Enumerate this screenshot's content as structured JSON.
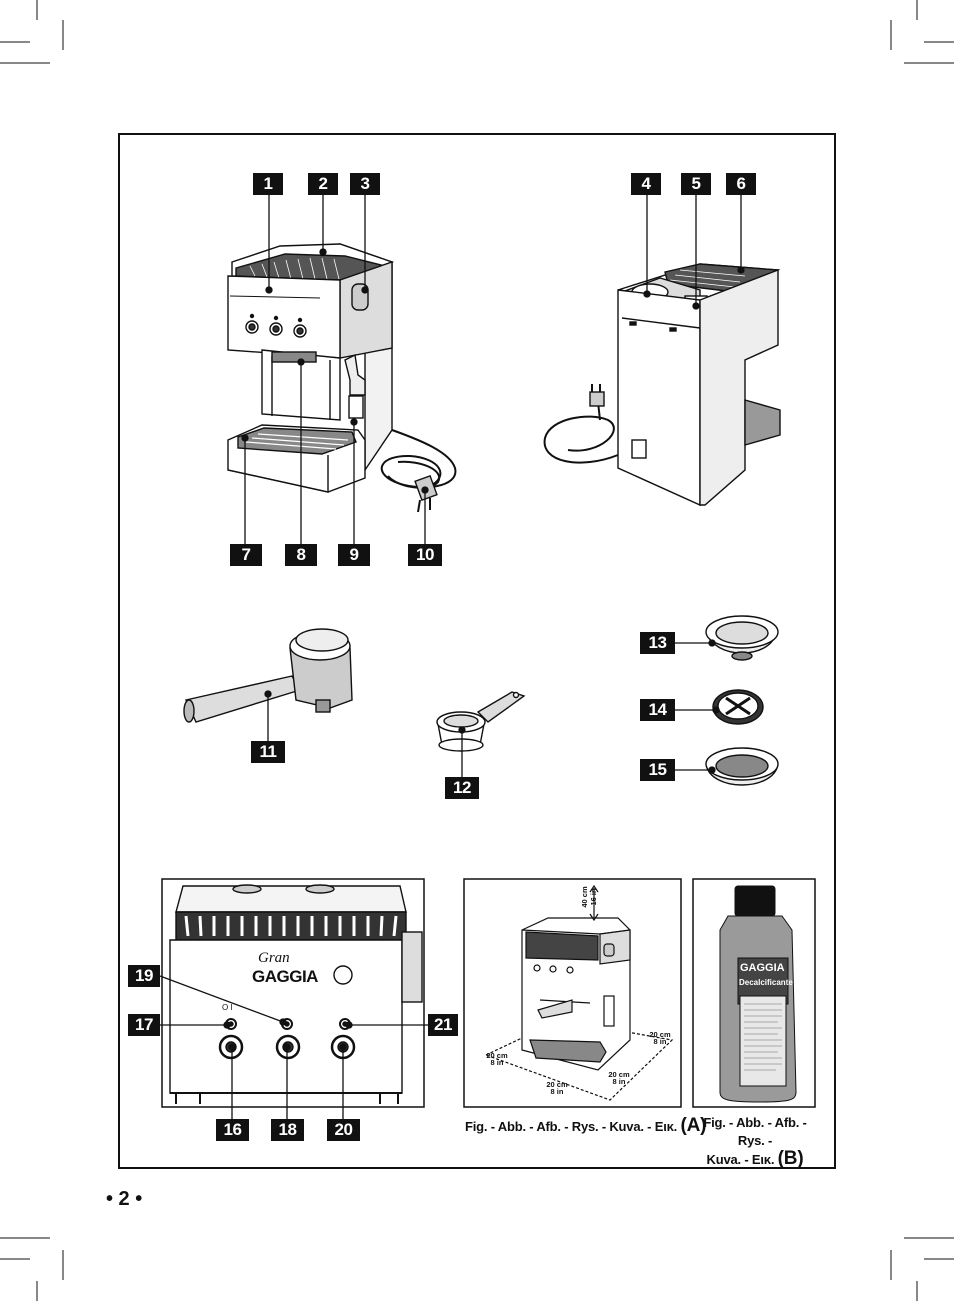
{
  "labels": [
    "1",
    "2",
    "3",
    "4",
    "5",
    "6",
    "7",
    "8",
    "9",
    "10",
    "11",
    "12",
    "13",
    "14",
    "15",
    "16",
    "17",
    "18",
    "19",
    "20",
    "21"
  ],
  "captions": {
    "a_text": "Fig. - Abb. - Afb. - Rys. - Kuva. - Εικ.",
    "a_letter": "(A)",
    "b_line1": "Fig. - Abb. - Afb. - Rys. -",
    "b_line2": "Kuva. - Εικ.",
    "b_letter": "(B)"
  },
  "page_number": "• 2 •",
  "brand": {
    "script": "Gran",
    "name": "GAGGIA",
    "bottle_name": "GAGGIA",
    "bottle_product": "Decalcificante"
  },
  "clearances": {
    "top_cm": "40 cm",
    "top_in": "16 in",
    "cm_20": "20 cm",
    "in_8": "8 in"
  },
  "panel_symbols": {
    "power": "O  I"
  }
}
